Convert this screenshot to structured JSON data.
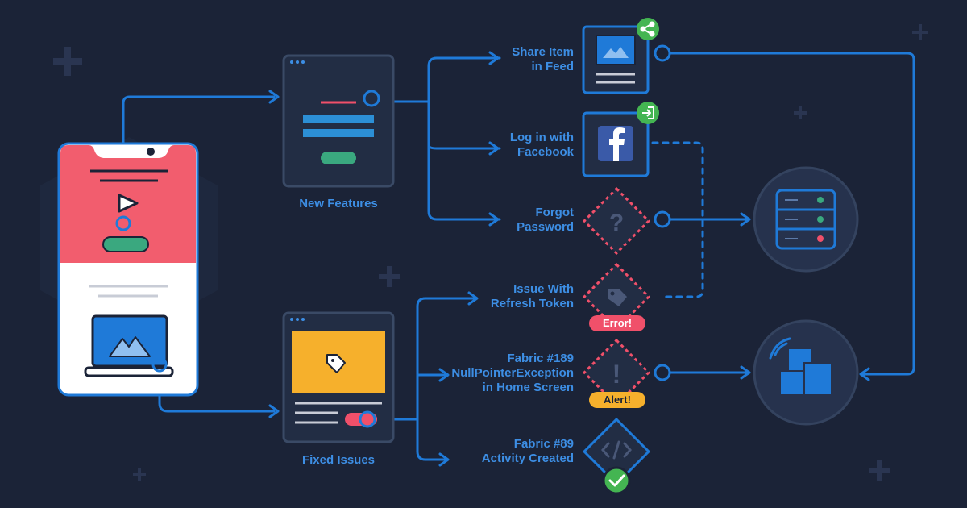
{
  "colors": {
    "background": "#1b2337",
    "line": "#1f7ad8",
    "label": "#3d8ee4",
    "card": "#222d44",
    "card_border": "#3a4a66",
    "phone_top": "#f25d6e",
    "green": "#3aa87f",
    "dashed_red": "#f0506a",
    "alert": "#f5a623",
    "check": "#44b552",
    "facebook": "#3a5aa8"
  },
  "cards": {
    "new_features": {
      "label": "New Features"
    },
    "fixed_issues": {
      "label": "Fixed Issues"
    }
  },
  "items": [
    {
      "label": "Share Item\nin Feed",
      "icon": "image-card-icon",
      "badge_icon": "share-icon"
    },
    {
      "label": "Log in with\nFacebook",
      "icon": "facebook-icon",
      "badge_icon": "login-icon"
    },
    {
      "label": "Forgot\nPassword",
      "icon": "question-icon"
    },
    {
      "label": "Issue With\nRefresh Token",
      "icon": "tag-icon",
      "badge": "Error!"
    },
    {
      "label": "Fabric #189\nNullPointerException\nin Home Screen",
      "icon": "exclamation-icon",
      "badge": "Alert!"
    },
    {
      "label": "Fabric #89\nActivity Created",
      "icon": "code-icon",
      "badge_icon": "check-icon"
    }
  ],
  "nodes": {
    "server": {
      "icon": "server-icon"
    },
    "packages": {
      "icon": "boxes-icon"
    }
  }
}
